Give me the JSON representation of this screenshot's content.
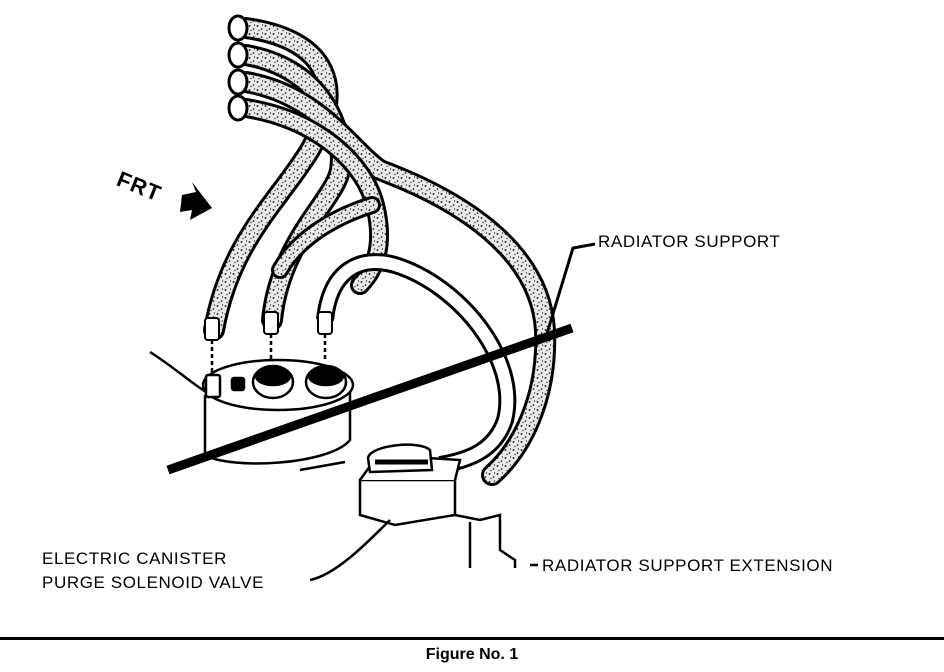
{
  "labels": {
    "frt": "FRT",
    "radiator_support": "RADIATOR SUPPORT",
    "radiator_support_extension": "RADIATOR SUPPORT EXTENSION",
    "valve_line1": "ELECTRIC CANISTER",
    "valve_line2": "PURGE SOLENOID VALVE"
  },
  "caption": "Figure No. 1"
}
